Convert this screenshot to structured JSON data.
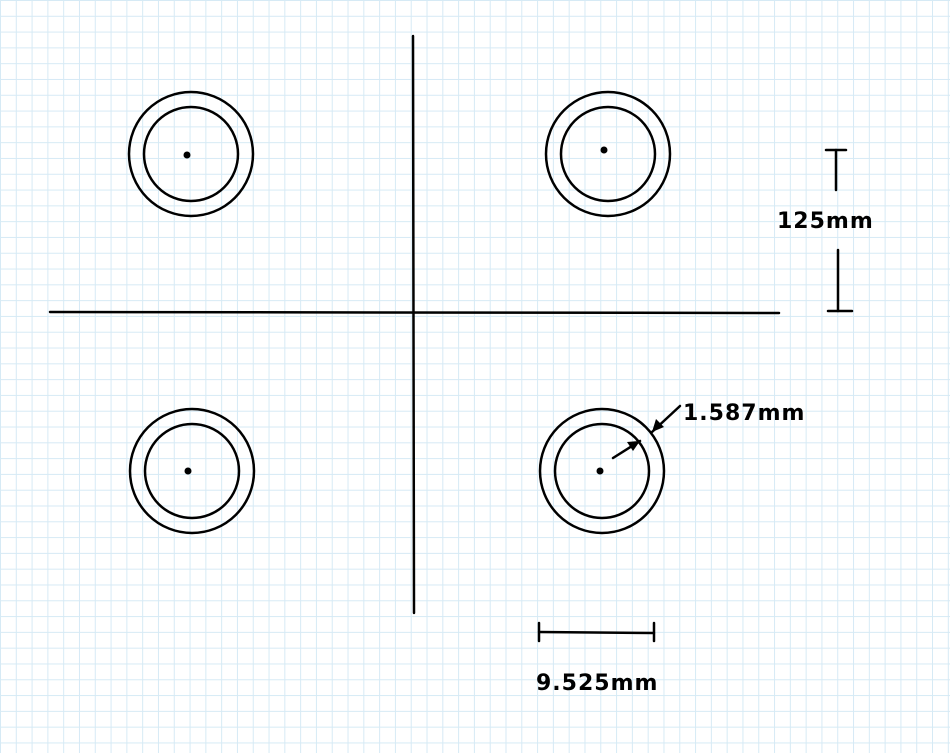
{
  "labels": {
    "vertical_dimension": "125mm",
    "wall_thickness": "1.587mm",
    "horizontal_dimension": "9.525mm"
  },
  "colors": {
    "ink": "#000000",
    "grid": "#d6eaf5",
    "paper": "#ffffff"
  }
}
